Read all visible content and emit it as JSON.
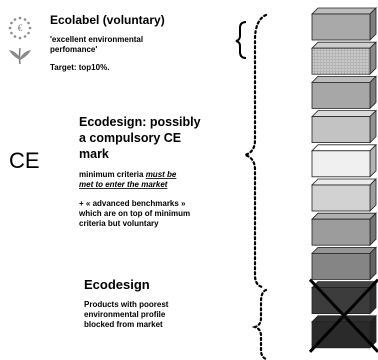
{
  "ecolabel": {
    "title": "Ecolabel (voluntary)",
    "line1": "'excellent environmental",
    "line2": "perfomance'",
    "target": "Target: top10%.",
    "logo_mark": "€"
  },
  "ecodesign_ce": {
    "title_line1": "Ecodesign: possibly",
    "title_line2": "a compulsory CE",
    "title_line3": "mark",
    "criteria_prefix": "minimum criteria ",
    "criteria_emph1": "must be",
    "criteria_emph2": "met to enter the market",
    "adv_line1": "+ « advanced benchmarks »",
    "adv_line2": "which are on top of minimum",
    "adv_line3": "criteria but voluntary",
    "ce_mark": "CE"
  },
  "ecodesign": {
    "title": "Ecodesign",
    "line1": "Products with poorest",
    "line2": "environmental profile",
    "line3": "blocked from market"
  },
  "blocks": {
    "count": 10,
    "shades": [
      "#a9a9a9",
      "#b8b8b8",
      "#a7a7a7",
      "#c3c3c3",
      "#f0f0f0",
      "#d2d2d2",
      "#9c9c9c",
      "#858585",
      "#3c3c3c",
      "#2a2a2a"
    ],
    "patterns": [
      "none",
      "dots",
      "none",
      "none",
      "none",
      "none",
      "none",
      "none",
      "none",
      "none"
    ],
    "crossed": [
      false,
      false,
      false,
      false,
      false,
      false,
      false,
      false,
      true,
      true
    ]
  }
}
